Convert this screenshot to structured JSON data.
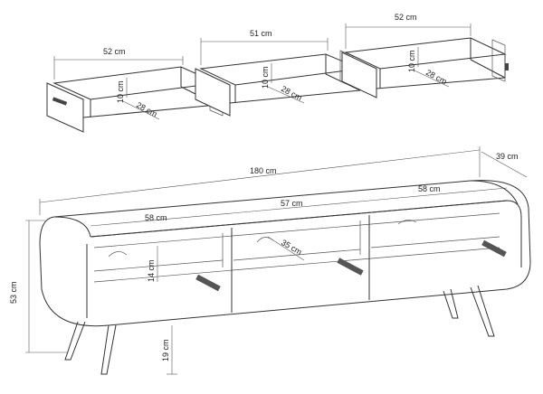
{
  "colors": {
    "line": "#333333",
    "dimension": "#555555",
    "background": "#ffffff"
  },
  "drawers": {
    "width_labels": [
      "52 cm",
      "51 cm",
      "52 cm"
    ],
    "height_labels": [
      "10 cm",
      "10 cm",
      "10 cm"
    ],
    "depth_labels": [
      "28 cm",
      "28 cm",
      "28 cm"
    ]
  },
  "cabinet": {
    "total_width": "180 cm",
    "total_depth": "39 cm",
    "section_widths": [
      "58 cm",
      "57 cm",
      "58 cm"
    ],
    "shelf_height": "14 cm",
    "shelf_depth": "35 cm",
    "total_height": "53 cm",
    "leg_height": "19 cm"
  }
}
